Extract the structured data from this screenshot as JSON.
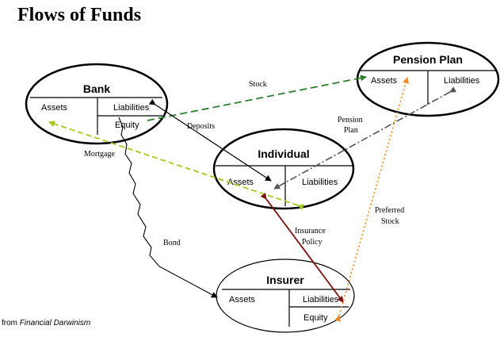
{
  "title": "Flows of Funds",
  "footer": {
    "prefix": "from",
    "source": "Financial Darwinism"
  },
  "nodes": {
    "bank": {
      "title": "Bank",
      "assets": "Assets",
      "liabilities": "Liabilities",
      "equity": "Equity"
    },
    "pension": {
      "title": "Pension Plan",
      "assets": "Assets",
      "liabilities": "Liabilities"
    },
    "individual": {
      "title": "Individual",
      "assets": "Assets",
      "liabilities": "Liabilities"
    },
    "insurer": {
      "title": "Insurer",
      "assets": "Assets",
      "liabilities": "Liabilities",
      "equity": "Equity"
    }
  },
  "flows": {
    "stock": "Stock",
    "deposits": "Deposits",
    "mortgage": "Mortgage",
    "pension_plan": [
      "Pension",
      "Plan"
    ],
    "bond": "Bond",
    "insurance_policy": [
      "Insurance",
      "Policy"
    ],
    "preferred_stock": [
      "Preferred",
      "Stock"
    ]
  },
  "colors": {
    "stock": "#2e7d32",
    "mortgage": "#a5c81e",
    "pension_plan": "#555555",
    "insurance_policy": "#7a1010",
    "preferred_stock": "#f08a24"
  }
}
